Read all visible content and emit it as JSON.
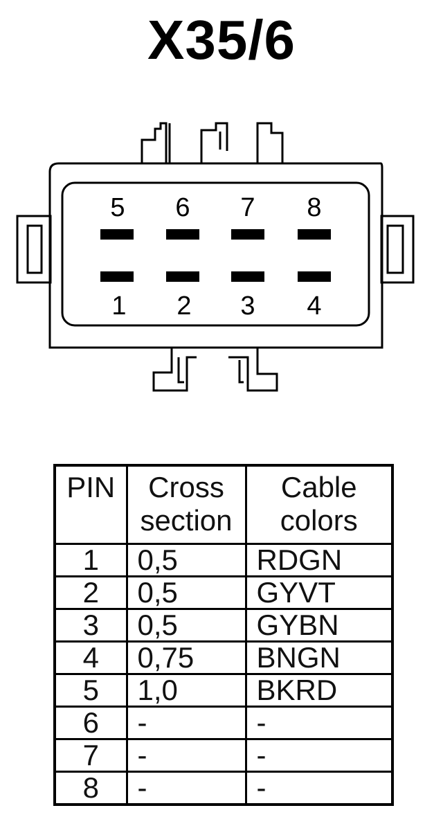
{
  "title": "X35/6",
  "connector": {
    "top_row_labels": [
      "5",
      "6",
      "7",
      "8"
    ],
    "bottom_row_labels": [
      "1",
      "2",
      "3",
      "4"
    ]
  },
  "table": {
    "headers": {
      "pin": "PIN",
      "cross_line1": "Cross",
      "cross_line2": "section",
      "color_line1": "Cable",
      "color_line2": "colors"
    },
    "rows": [
      {
        "pin": "1",
        "cross_section": "0,5",
        "cable_color": "RDGN"
      },
      {
        "pin": "2",
        "cross_section": "0,5",
        "cable_color": "GYVT"
      },
      {
        "pin": "3",
        "cross_section": "0,5",
        "cable_color": "GYBN"
      },
      {
        "pin": "4",
        "cross_section": "0,75",
        "cable_color": "BNGN"
      },
      {
        "pin": "5",
        "cross_section": "1,0",
        "cable_color": "BKRD"
      },
      {
        "pin": "6",
        "cross_section": "-",
        "cable_color": "-"
      },
      {
        "pin": "7",
        "cross_section": "-",
        "cable_color": "-"
      },
      {
        "pin": "8",
        "cross_section": "-",
        "cable_color": "-"
      }
    ]
  }
}
